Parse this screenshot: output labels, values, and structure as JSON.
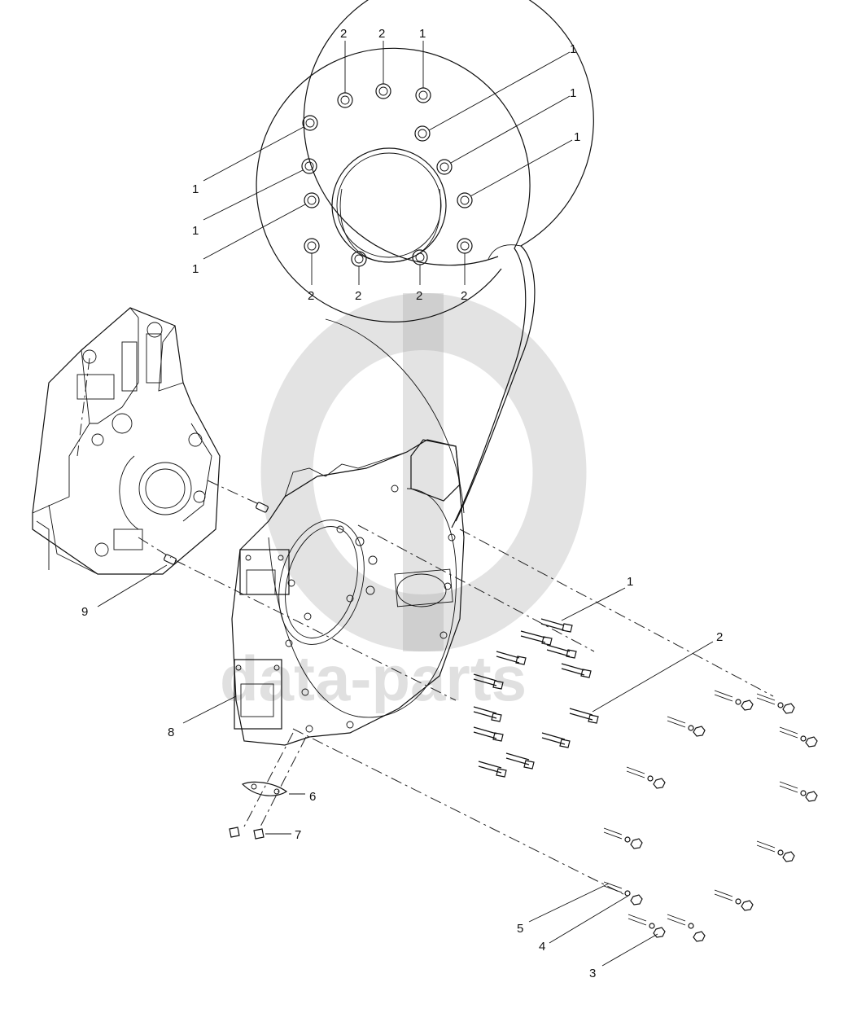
{
  "watermark": {
    "text": "data-parts"
  },
  "callouts": {
    "detail_top_2a": "2",
    "detail_top_2b": "2",
    "detail_top_1": "1",
    "detail_right_1a": "1",
    "detail_right_1b": "1",
    "detail_right_1c": "1",
    "detail_left_1a": "1",
    "detail_left_1b": "1",
    "detail_left_1c": "1",
    "detail_bottom_2a": "2",
    "detail_bottom_2b": "2",
    "detail_bottom_2c": "2",
    "detail_bottom_2d": "2",
    "bolt_1": "1",
    "bolt_2": "2",
    "nut_3": "3",
    "washer_4": "4",
    "stud_5": "5",
    "cover_6": "6",
    "screw_7": "7",
    "housing_8": "8",
    "dowel_9": "9"
  }
}
